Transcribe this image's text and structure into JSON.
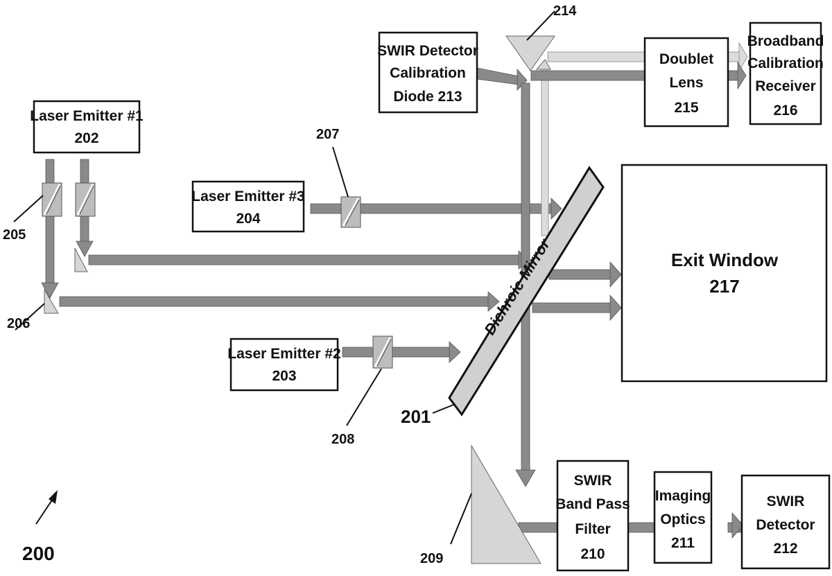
{
  "figure_ref": "200",
  "components": {
    "laser_emitter_1": {
      "line1": "Laser Emitter #1",
      "line2": "202"
    },
    "laser_emitter_2": {
      "line1": "Laser Emitter #2",
      "line2": "203"
    },
    "laser_emitter_3": {
      "line1": "Laser Emitter #3",
      "line2": "204"
    },
    "swir_cal_diode": {
      "line1": "SWIR Detector",
      "line2": "Calibration",
      "line3": "Diode  213"
    },
    "doublet_lens": {
      "line1": "Doublet",
      "line2": "Lens",
      "line3": "215"
    },
    "broadband_receiver": {
      "line1": "Broadband",
      "line2": "Calibration",
      "line3": "Receiver",
      "line4": "216"
    },
    "exit_window": {
      "line1": "Exit Window",
      "line2": "217"
    },
    "swir_bandpass": {
      "line1": "SWIR",
      "line2": "Band Pass",
      "line3": "Filter",
      "line4": "210"
    },
    "imaging_optics": {
      "line1": "Imaging",
      "line2": "Optics",
      "line3": "211"
    },
    "swir_detector": {
      "line1": "SWIR",
      "line2": "Detector",
      "line3": "212"
    },
    "dichroic_mirror": {
      "label": "Dichroic Mirror"
    }
  },
  "reference_labels": {
    "mirror": "201",
    "beam_splitter_205": "205",
    "fold_mirror_206": "206",
    "beam_splitter_207": "207",
    "beam_splitter_208": "208",
    "prism_209": "209",
    "prism_214": "214"
  }
}
